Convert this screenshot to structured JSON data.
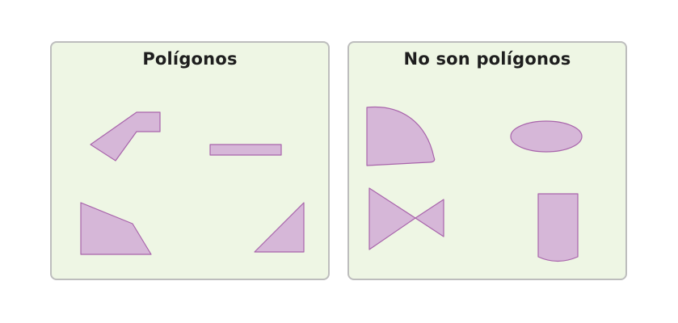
{
  "panels": {
    "polygons": {
      "title": "Polígonos",
      "shapes": [
        "bent-hexagon",
        "thin-rectangle",
        "quadrilateral",
        "right-triangle"
      ]
    },
    "non_polygons": {
      "title": "No son polígonos",
      "shapes": [
        "quarter-circle-shape",
        "ellipse",
        "bowtie",
        "rounded-bottom-rectangle"
      ]
    }
  },
  "colors": {
    "panel_background": "#eef6e4",
    "panel_border": "#bdbdbd",
    "shape_fill": "#d6b7d8",
    "shape_stroke": "#a864ab",
    "title_text": "#1e1e1e"
  }
}
